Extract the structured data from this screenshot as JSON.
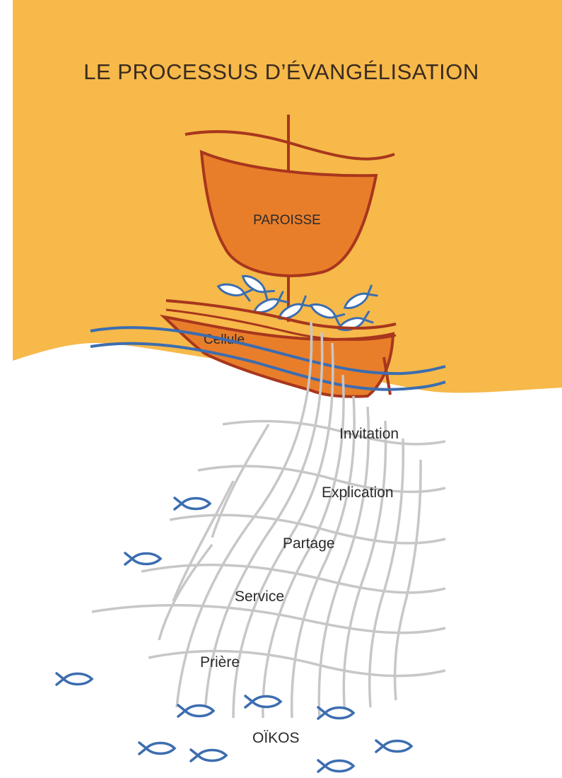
{
  "title": "LE PROCESSUS D’ÉVANGÉLISATION",
  "boats": {
    "big": "PAROISSE",
    "small": "Cellule"
  },
  "stages": [
    "Invitation",
    "Explication",
    "Partage",
    "Service",
    "Prière",
    "OÏKOS"
  ],
  "colors": {
    "background": "#f6b94a",
    "boat_fill": "#e97e2a",
    "boat_stroke": "#a8361d",
    "water": "#3c6db0",
    "net": "#c7c7c7",
    "fish": "#3c6db0"
  }
}
